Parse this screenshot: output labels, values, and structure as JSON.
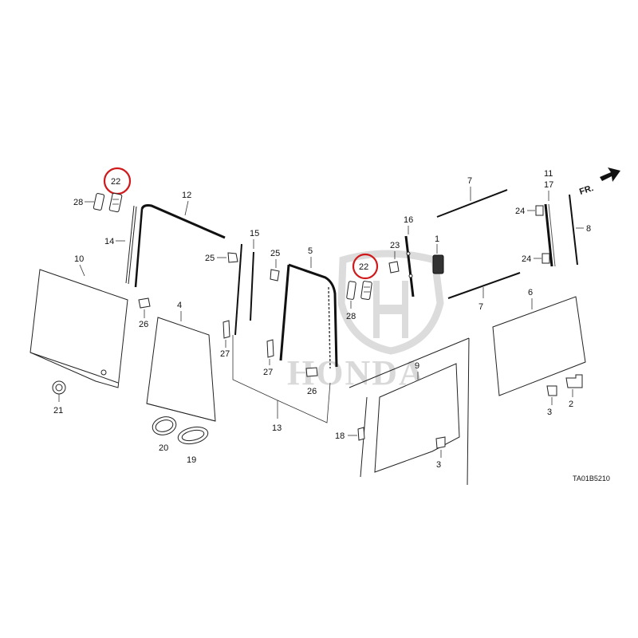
{
  "diagram": {
    "front_marker": "FR.",
    "diagram_code": "TA01B5210",
    "watermark_text": "HONDA",
    "highlighted_part": "22",
    "labels": {
      "l22a": "22",
      "l28a": "28",
      "l14": "14",
      "l12": "12",
      "l10": "10",
      "l26a": "26",
      "l21": "21",
      "l4": "4",
      "l20": "20",
      "l19": "19",
      "l15": "15",
      "l25a": "25",
      "l27a": "27",
      "l13": "13",
      "l25b": "25",
      "l5": "5",
      "l27b": "27",
      "l26b": "26",
      "l22b": "22",
      "l28b": "28",
      "l23": "23",
      "l16": "16",
      "l1": "1",
      "l7a": "7",
      "l7b": "7",
      "l11": "11",
      "l17": "17",
      "l24a": "24",
      "l24b": "24",
      "l8": "8",
      "l6": "6",
      "l9": "9",
      "l18": "18",
      "l3a": "3",
      "l3b": "3",
      "l2": "2"
    }
  }
}
